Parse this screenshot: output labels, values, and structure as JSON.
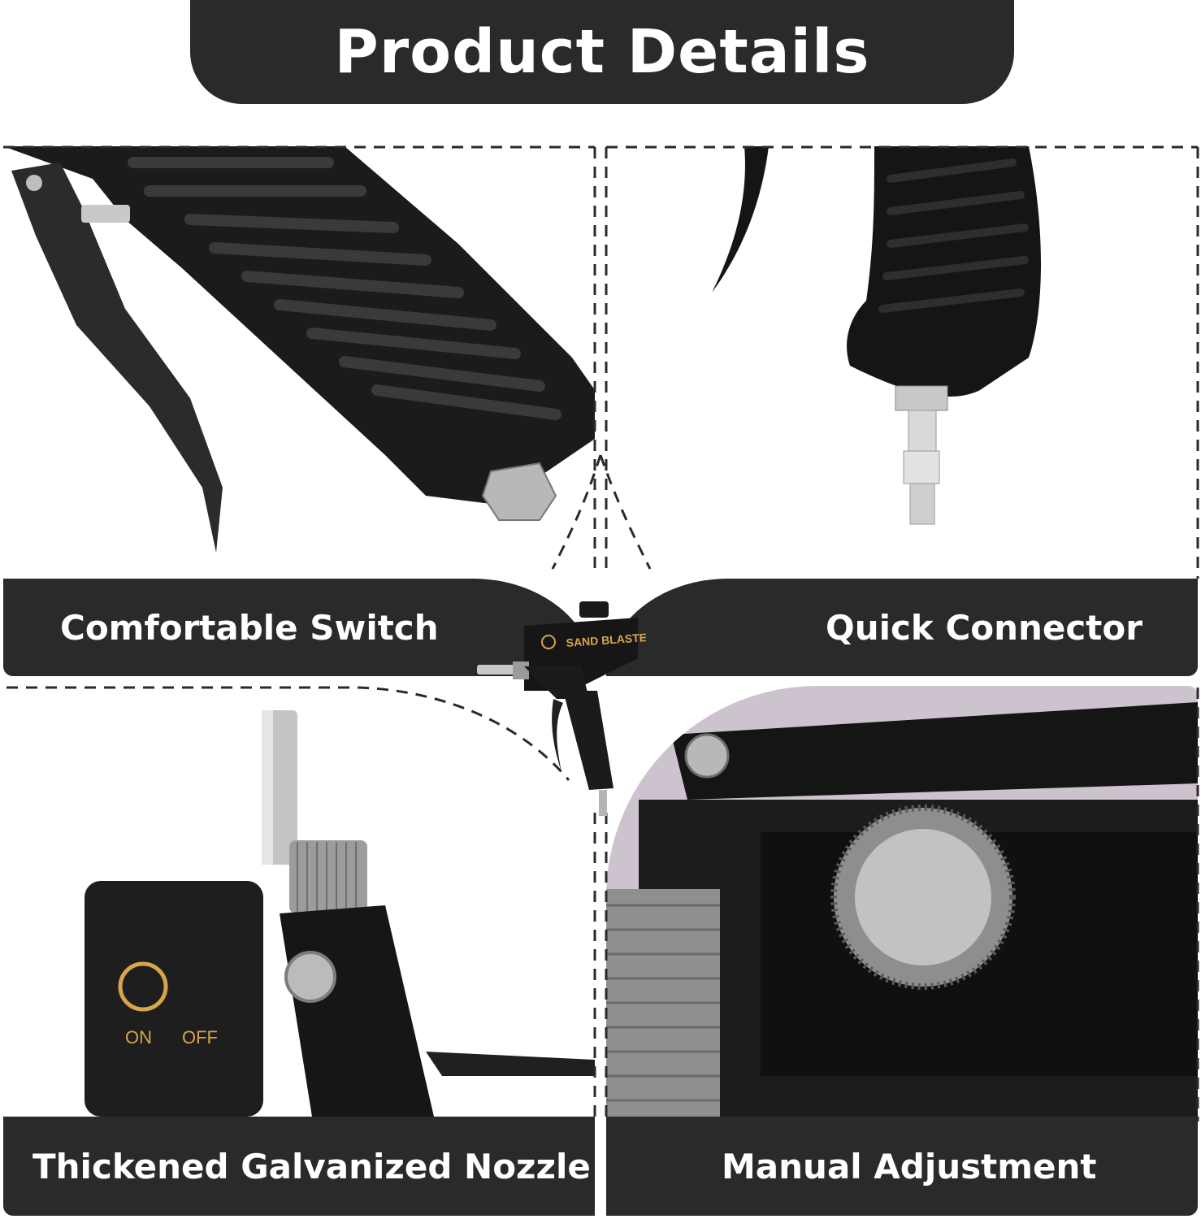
{
  "header": {
    "title": "Product Details"
  },
  "panels": [
    {
      "label": "Comfortable Switch"
    },
    {
      "label": "Quick Connector"
    },
    {
      "label": "Thickened Galvanized Nozzle"
    },
    {
      "label": "Manual Adjustment"
    }
  ],
  "product_image": {
    "brand_text": "SAND BLASTER",
    "on_text": "ON",
    "off_text": "OFF"
  },
  "colors": {
    "dark": "#2a2a2a",
    "text": "#ffffff",
    "background": "#ffffff"
  }
}
